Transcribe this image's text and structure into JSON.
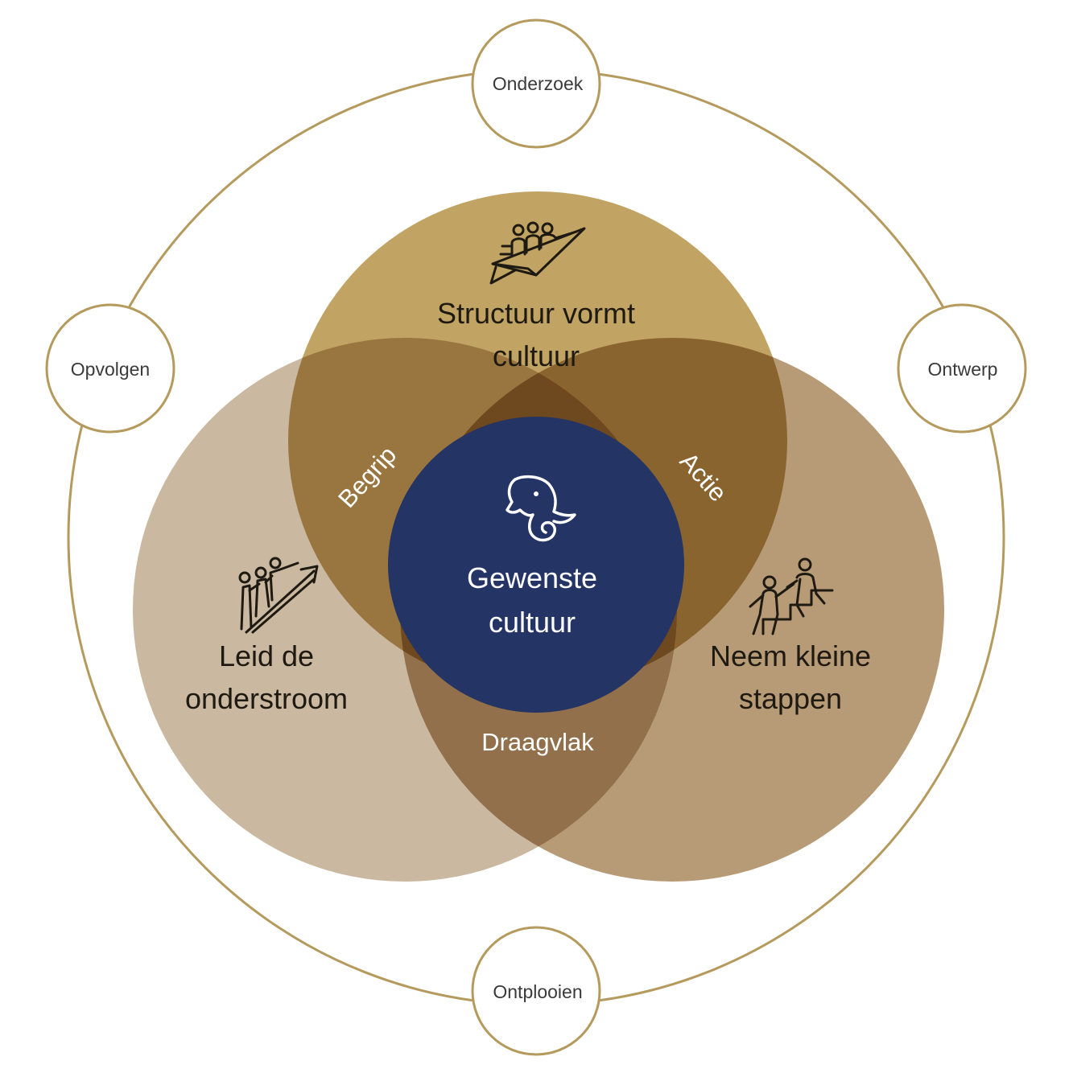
{
  "colors": {
    "ring": "#b59a5e",
    "top_circle": "#b8974e",
    "left_circle": "#cab8a0",
    "right_circle": "#b79b77",
    "center_circle": "#243465",
    "node_fill": "#ffffff",
    "dark_text": "#1e1a12"
  },
  "phases": {
    "top": "Onderzoek",
    "right": "Ontwerp",
    "bottom": "Ontplooien",
    "left": "Opvolgen"
  },
  "circles": {
    "top": {
      "line1": "Structuur vormt",
      "line2": "cultuur",
      "icon": "paper-plane-team-icon"
    },
    "left": {
      "line1": "Leid de",
      "line2": "onderstroom",
      "icon": "climbing-arrow-team-icon"
    },
    "right": {
      "line1": "Neem kleine",
      "line2": "stappen",
      "icon": "helping-hand-stairs-icon"
    }
  },
  "overlaps": {
    "top_left": "Begrip",
    "top_right": "Actie",
    "bottom": "Draagvlak"
  },
  "center": {
    "line1": "Gewenste",
    "line2": "cultuur",
    "icon": "elephant-icon"
  }
}
